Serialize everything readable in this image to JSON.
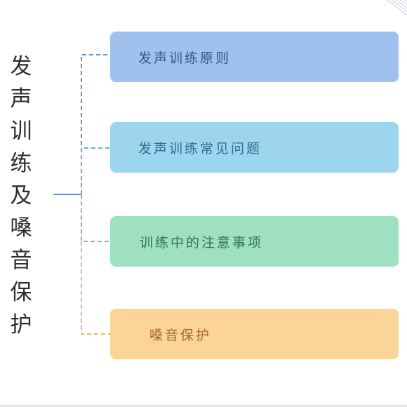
{
  "title_chars": [
    "发",
    "声",
    "训",
    "练",
    "及",
    "嗓",
    "音",
    "保",
    "护"
  ],
  "items": [
    {
      "label": "发声训练原则",
      "color": "#a0c0ee",
      "line_color": "#6a93c9"
    },
    {
      "label": "发声训练常见问题",
      "color": "#9dd4ee",
      "line_color": "#6aaecf"
    },
    {
      "label": "训练中的注意事项",
      "color": "#9fe0c0",
      "line_color": "#6cc79c"
    },
    {
      "label": "嗓音保护",
      "color": "#fbd597",
      "line_color": "#f0b860"
    }
  ]
}
